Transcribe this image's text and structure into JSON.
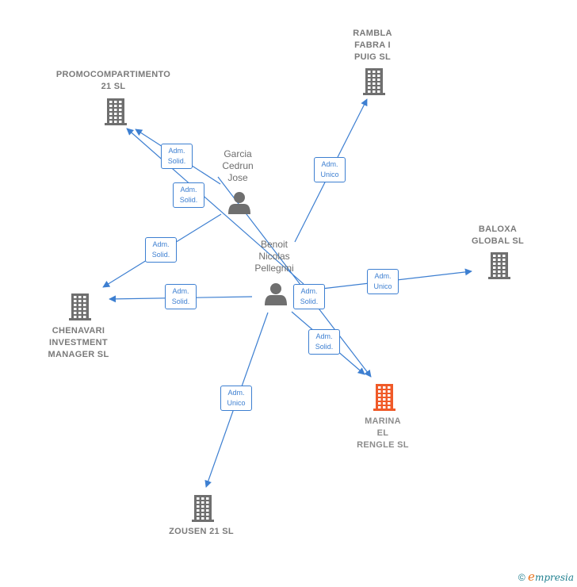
{
  "colors": {
    "edge": "#3d7fd1",
    "building": "#6f6f6f",
    "focus_building": "#f05a28",
    "person": "#6f6f6f"
  },
  "companies": [
    {
      "id": "rambla",
      "label": "RAMBLA\nFABRA I\nPUIG  SL",
      "icon": "building-icon",
      "focus": false
    },
    {
      "id": "promo",
      "label": "PROMOCOMPARTIMENTO\n21  SL",
      "icon": "building-icon",
      "focus": false
    },
    {
      "id": "baloxa",
      "label": "BALOXA\nGLOBAL  SL",
      "icon": "building-icon",
      "focus": false
    },
    {
      "id": "chenavari",
      "label": "CHENAVARI\nINVESTMENT\nMANAGER  SL",
      "icon": "building-icon",
      "focus": false
    },
    {
      "id": "marina",
      "label": "MARINA\nEL\nRENGLE  SL",
      "icon": "building-icon",
      "focus": true
    },
    {
      "id": "zousen",
      "label": "ZOUSEN 21  SL",
      "icon": "building-icon",
      "focus": false
    }
  ],
  "people": [
    {
      "id": "garcia",
      "label": "Garcia\nCedrun\nJose",
      "icon": "person-icon"
    },
    {
      "id": "benoit",
      "label": "Benoit\nNicolas\nPellegrini",
      "icon": "person-icon"
    }
  ],
  "edges": [
    {
      "from": "garcia",
      "to": "promo",
      "label": "Adm.\nSolid."
    },
    {
      "from": "garcia",
      "to": "chenavari",
      "label": "Adm.\nSolid."
    },
    {
      "from": "garcia",
      "to": "marina",
      "label": "Adm.\nSolid."
    },
    {
      "from": "benoit",
      "to": "promo",
      "label": "Adm.\nSolid."
    },
    {
      "from": "benoit",
      "to": "rambla",
      "label": "Adm.\nUnico"
    },
    {
      "from": "benoit",
      "to": "baloxa",
      "label": "Adm.\nUnico"
    },
    {
      "from": "benoit",
      "to": "chenavari",
      "label": "Adm.\nSolid."
    },
    {
      "from": "benoit",
      "to": "marina",
      "label": "Adm.\nSolid."
    },
    {
      "from": "benoit",
      "to": "zousen",
      "label": "Adm.\nUnico"
    }
  ],
  "footer": {
    "copyright": "©",
    "brand_first": "e",
    "brand_rest": "mpresia"
  }
}
